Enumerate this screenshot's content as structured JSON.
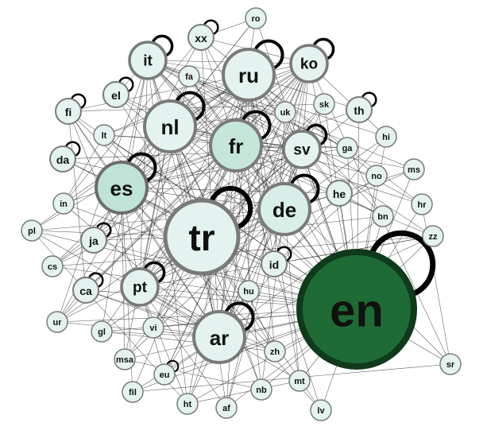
{
  "graph": {
    "nodes": [
      {
        "id": "en",
        "label": "en",
        "color": "#1e6b35",
        "ring": "#0f3a1c",
        "size": "xl",
        "loop": true
      },
      {
        "id": "tr",
        "label": "tr",
        "color": "#e4f3f0",
        "ring": "#7a7a7a",
        "size": "lg",
        "loop": true
      },
      {
        "id": "es",
        "label": "es",
        "color": "#bfe3d6",
        "ring": "#6d6d6d",
        "size": "md",
        "loop": true
      },
      {
        "id": "nl",
        "label": "nl",
        "color": "#e4f3f0",
        "ring": "#7a7a7a",
        "size": "md",
        "loop": true
      },
      {
        "id": "fr",
        "label": "fr",
        "color": "#c6e6da",
        "ring": "#7a7a7a",
        "size": "md",
        "loop": true
      },
      {
        "id": "ru",
        "label": "ru",
        "color": "#e4f3f0",
        "ring": "#7a7a7a",
        "size": "md",
        "loop": true
      },
      {
        "id": "de",
        "label": "de",
        "color": "#d8eee8",
        "ring": "#7a7a7a",
        "size": "md",
        "loop": true
      },
      {
        "id": "ar",
        "label": "ar",
        "color": "#e4f3f0",
        "ring": "#7a7a7a",
        "size": "md",
        "loop": true
      },
      {
        "id": "pt",
        "label": "pt",
        "color": "#e4f3f0",
        "ring": "#7a7a7a",
        "size": "sm",
        "loop": true
      },
      {
        "id": "it",
        "label": "it",
        "color": "#e4f3f0",
        "ring": "#7a7a7a",
        "size": "sm",
        "loop": true
      },
      {
        "id": "ko",
        "label": "ko",
        "color": "#e4f3f0",
        "ring": "#7a7a7a",
        "size": "sm",
        "loop": true
      },
      {
        "id": "sv",
        "label": "sv",
        "color": "#e4f3f0",
        "ring": "#7a7a7a",
        "size": "sm",
        "loop": true
      },
      {
        "id": "ja",
        "label": "ja",
        "color": "#e4f3f0",
        "ring": "#7a7a7a",
        "size": "xs",
        "loop": true
      },
      {
        "id": "ca",
        "label": "ca",
        "color": "#e4f3f0",
        "ring": "#7a7a7a",
        "size": "xs",
        "loop": true
      },
      {
        "id": "fi",
        "label": "fi",
        "color": "#e4f3f0",
        "ring": "#7a7a7a",
        "size": "xs",
        "loop": true
      },
      {
        "id": "da",
        "label": "da",
        "color": "#e4f3f0",
        "ring": "#7a7a7a",
        "size": "xs",
        "loop": true
      },
      {
        "id": "he",
        "label": "he",
        "color": "#e4f3f0",
        "ring": "#7a7a7a",
        "size": "xs",
        "loop": false
      },
      {
        "id": "id",
        "label": "id",
        "color": "#e4f3f0",
        "ring": "#7a7a7a",
        "size": "xs",
        "loop": true
      },
      {
        "id": "el",
        "label": "el",
        "color": "#e4f3f0",
        "ring": "#7a7a7a",
        "size": "xs",
        "loop": true
      },
      {
        "id": "xx",
        "label": "xx",
        "color": "#e4f3f0",
        "ring": "#7a7a7a",
        "size": "xs",
        "loop": true
      },
      {
        "id": "th",
        "label": "th",
        "color": "#e4f3f0",
        "ring": "#7a7a7a",
        "size": "xs",
        "loop": true
      },
      {
        "id": "hu",
        "label": "hu",
        "color": "#e4f3f0",
        "ring": "#7a7a7a",
        "size": "xxs",
        "loop": false
      },
      {
        "id": "zh",
        "label": "zh",
        "color": "#e4f3f0",
        "ring": "#7a7a7a",
        "size": "xxs",
        "loop": false
      },
      {
        "id": "eu",
        "label": "eu",
        "color": "#e4f3f0",
        "ring": "#7a7a7a",
        "size": "xxs",
        "loop": true
      },
      {
        "id": "ro",
        "label": "ro",
        "color": "#e4f3f0",
        "ring": "#7a7a7a",
        "size": "xxs",
        "loop": false
      },
      {
        "id": "fa",
        "label": "fa",
        "color": "#e4f3f0",
        "ring": "#7a7a7a",
        "size": "xxs",
        "loop": false
      },
      {
        "id": "lt",
        "label": "lt",
        "color": "#e4f3f0",
        "ring": "#7a7a7a",
        "size": "xxs",
        "loop": false
      },
      {
        "id": "uk",
        "label": "uk",
        "color": "#e4f3f0",
        "ring": "#7a7a7a",
        "size": "xxs",
        "loop": false
      },
      {
        "id": "sk",
        "label": "sk",
        "color": "#e4f3f0",
        "ring": "#7a7a7a",
        "size": "xxs",
        "loop": false
      },
      {
        "id": "ga",
        "label": "ga",
        "color": "#e4f3f0",
        "ring": "#7a7a7a",
        "size": "xxs",
        "loop": false
      },
      {
        "id": "hi",
        "label": "hi",
        "color": "#e4f3f0",
        "ring": "#7a7a7a",
        "size": "xxs",
        "loop": false
      },
      {
        "id": "no",
        "label": "no",
        "color": "#e4f3f0",
        "ring": "#7a7a7a",
        "size": "xxs",
        "loop": false
      },
      {
        "id": "ms",
        "label": "ms",
        "color": "#e4f3f0",
        "ring": "#7a7a7a",
        "size": "xxs",
        "loop": false
      },
      {
        "id": "bn",
        "label": "bn",
        "color": "#e4f3f0",
        "ring": "#7a7a7a",
        "size": "xxs",
        "loop": false
      },
      {
        "id": "hr",
        "label": "hr",
        "color": "#e4f3f0",
        "ring": "#7a7a7a",
        "size": "xxs",
        "loop": false
      },
      {
        "id": "zz",
        "label": "zz",
        "color": "#e4f3f0",
        "ring": "#7a7a7a",
        "size": "xxs",
        "loop": false
      },
      {
        "id": "sr",
        "label": "sr",
        "color": "#e4f3f0",
        "ring": "#7a7a7a",
        "size": "xxs",
        "loop": false
      },
      {
        "id": "in",
        "label": "in",
        "color": "#e4f3f0",
        "ring": "#7a7a7a",
        "size": "xxs",
        "loop": false
      },
      {
        "id": "pl",
        "label": "pl",
        "color": "#e4f3f0",
        "ring": "#7a7a7a",
        "size": "xxs",
        "loop": false
      },
      {
        "id": "cs",
        "label": "cs",
        "color": "#e4f3f0",
        "ring": "#7a7a7a",
        "size": "xxs",
        "loop": false
      },
      {
        "id": "ur",
        "label": "ur",
        "color": "#e4f3f0",
        "ring": "#7a7a7a",
        "size": "xxs",
        "loop": false
      },
      {
        "id": "gl",
        "label": "gl",
        "color": "#e4f3f0",
        "ring": "#7a7a7a",
        "size": "xxs",
        "loop": false
      },
      {
        "id": "vi",
        "label": "vi",
        "color": "#e4f3f0",
        "ring": "#7a7a7a",
        "size": "xxs",
        "loop": false
      },
      {
        "id": "msa",
        "label": "msa",
        "color": "#e4f3f0",
        "ring": "#7a7a7a",
        "size": "xxs",
        "loop": false
      },
      {
        "id": "fil",
        "label": "fil",
        "color": "#e4f3f0",
        "ring": "#7a7a7a",
        "size": "xxs",
        "loop": false
      },
      {
        "id": "ht",
        "label": "ht",
        "color": "#e4f3f0",
        "ring": "#7a7a7a",
        "size": "xxs",
        "loop": false
      },
      {
        "id": "af",
        "label": "af",
        "color": "#e4f3f0",
        "ring": "#7a7a7a",
        "size": "xxs",
        "loop": false
      },
      {
        "id": "nb",
        "label": "nb",
        "color": "#e4f3f0",
        "ring": "#7a7a7a",
        "size": "xxs",
        "loop": false
      },
      {
        "id": "mt",
        "label": "mt",
        "color": "#e4f3f0",
        "ring": "#7a7a7a",
        "size": "xxs",
        "loop": false
      },
      {
        "id": "lv",
        "label": "lv",
        "color": "#e4f3f0",
        "ring": "#7a7a7a",
        "size": "xxs",
        "loop": false
      }
    ]
  }
}
